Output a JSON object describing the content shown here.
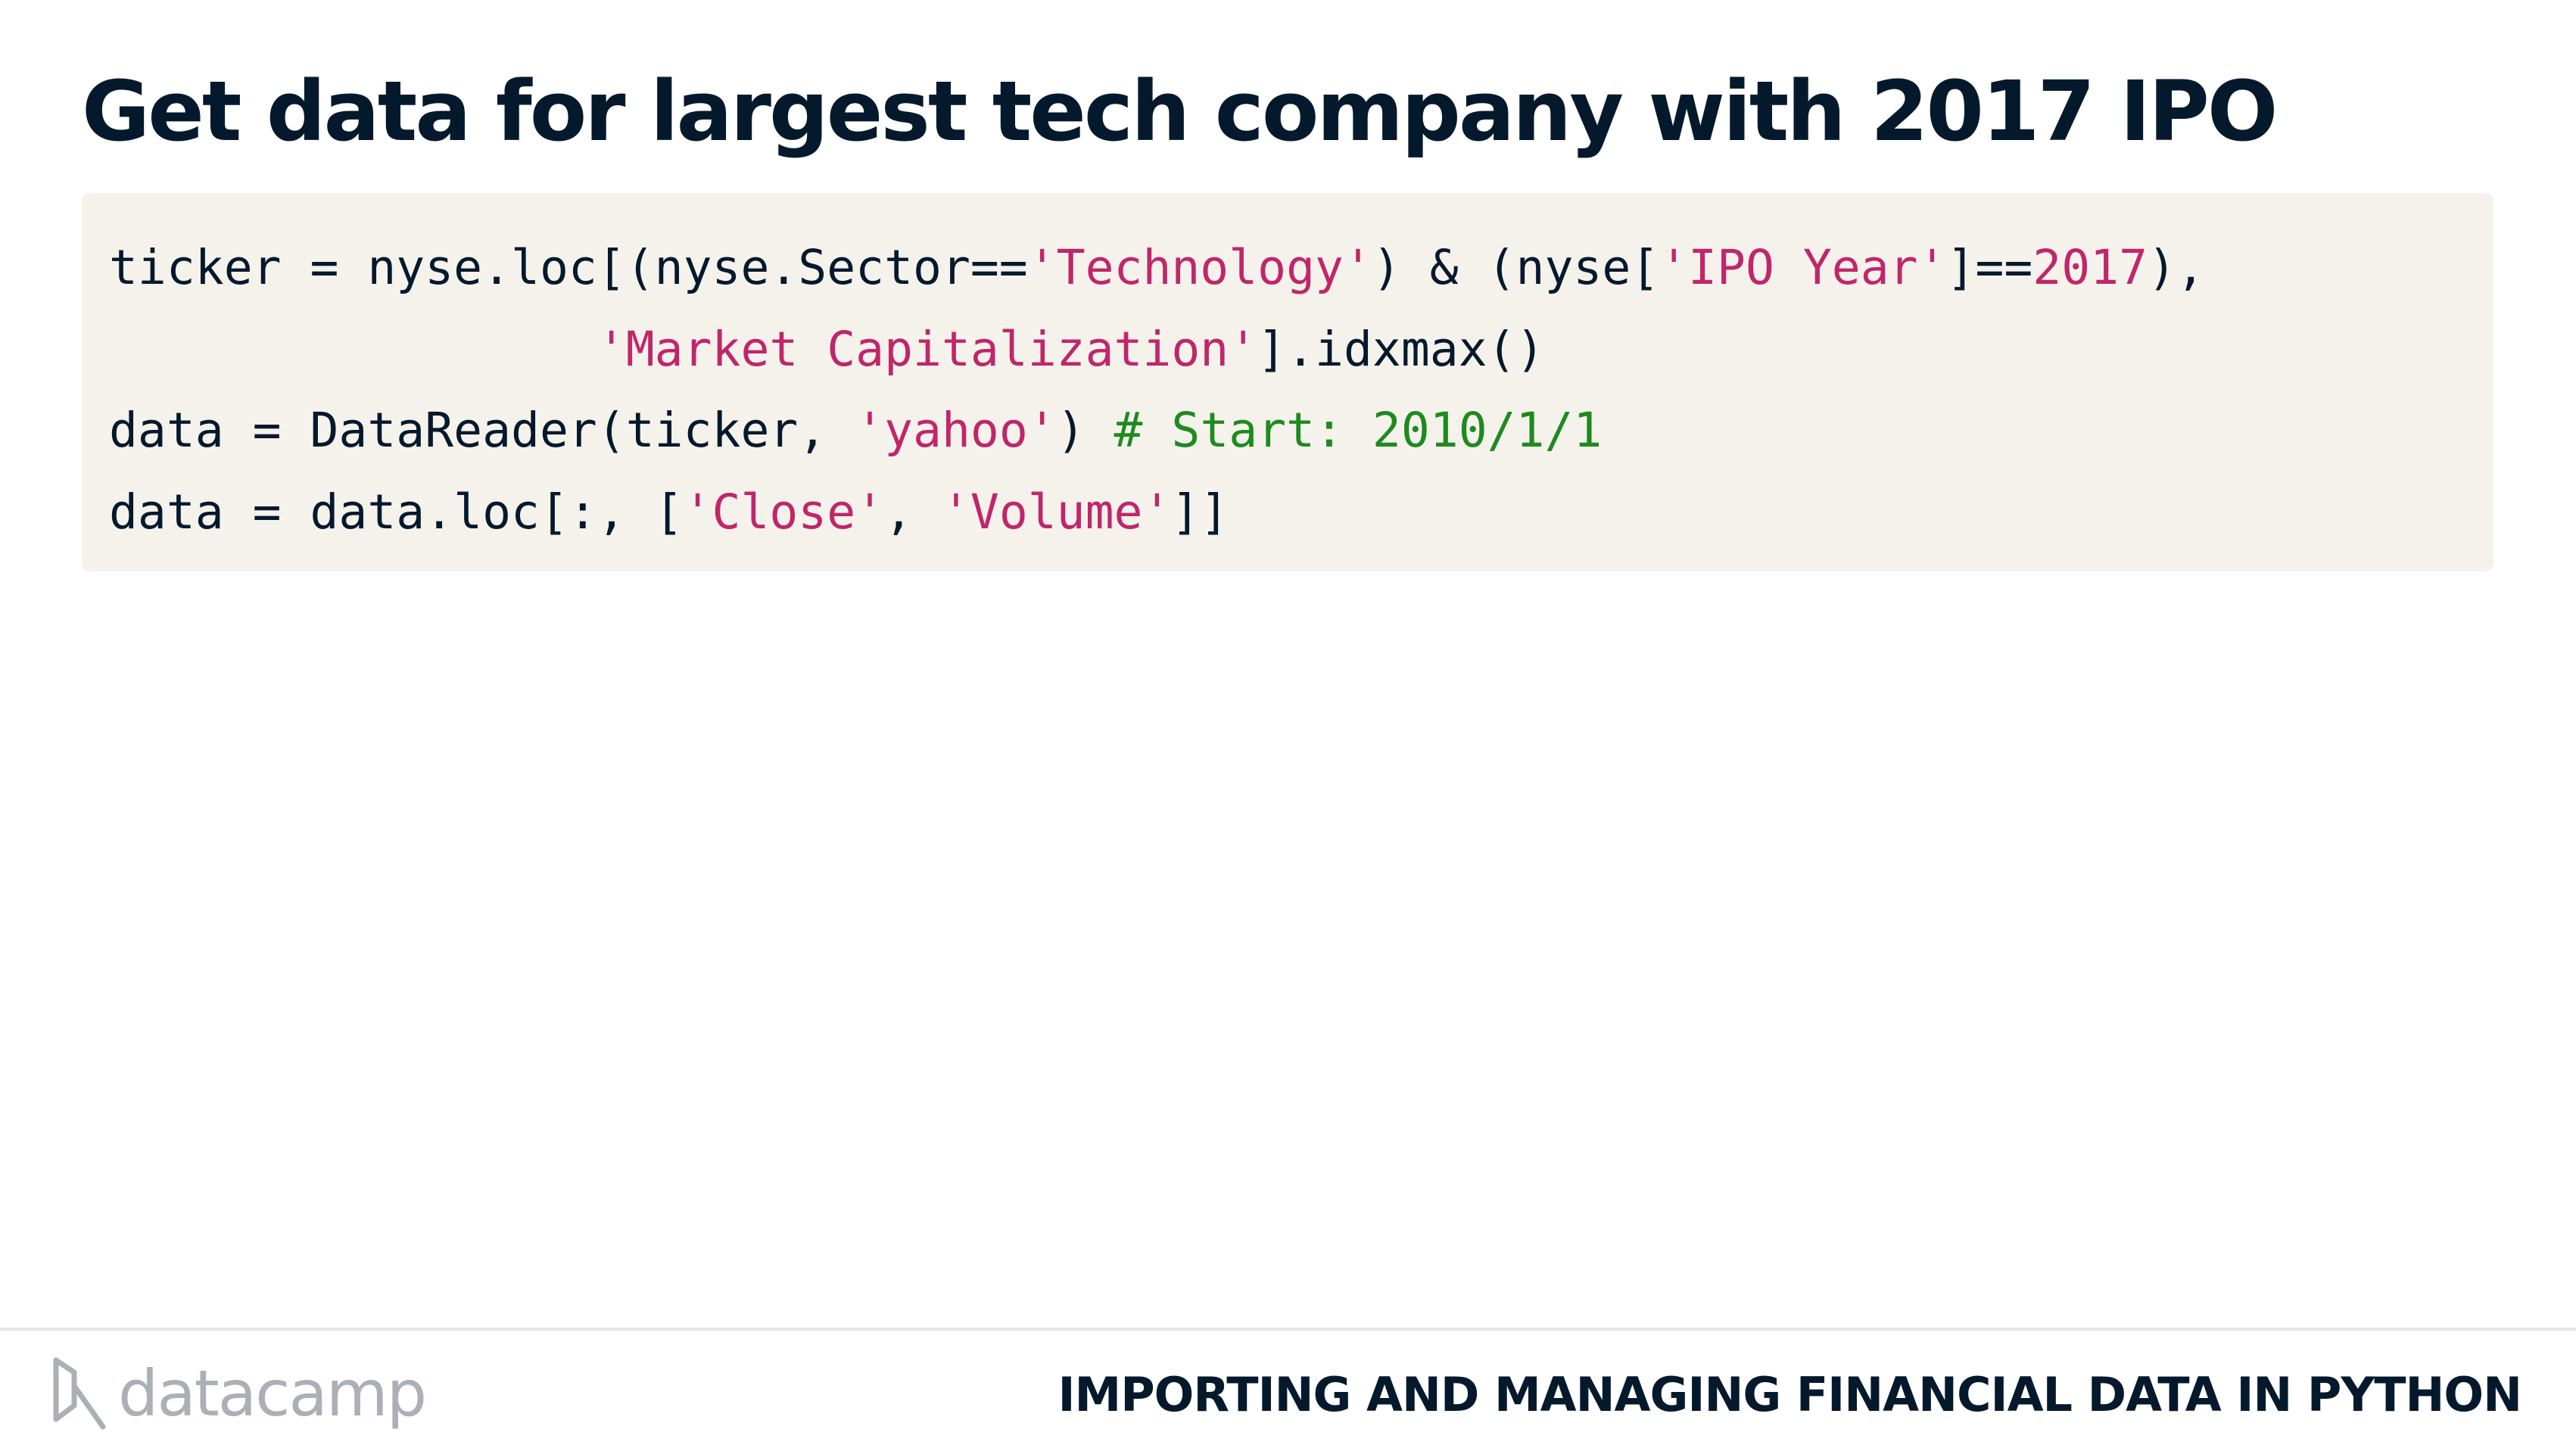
{
  "slide": {
    "title": "Get data for largest tech company with 2017 IPO"
  },
  "code": {
    "lines": [
      [
        {
          "text": "ticker = nyse.loc[(nyse.Sector==",
          "type": "plain"
        },
        {
          "text": "'Technology'",
          "type": "string"
        },
        {
          "text": ") & (nyse[",
          "type": "plain"
        },
        {
          "text": "'IPO Year'",
          "type": "string"
        },
        {
          "text": "]==",
          "type": "plain"
        },
        {
          "text": "2017",
          "type": "number"
        },
        {
          "text": "),",
          "type": "plain"
        }
      ],
      [
        {
          "text": "                 ",
          "type": "plain"
        },
        {
          "text": "'Market Capitalization'",
          "type": "string"
        },
        {
          "text": "].idxmax()",
          "type": "plain"
        }
      ],
      [
        {
          "text": "data = DataReader(ticker, ",
          "type": "plain"
        },
        {
          "text": "'yahoo'",
          "type": "string"
        },
        {
          "text": ") ",
          "type": "plain"
        },
        {
          "text": "# Start: 2010/1/1",
          "type": "comment"
        }
      ],
      [
        {
          "text": "data = data.loc[:, [",
          "type": "plain"
        },
        {
          "text": "'Close'",
          "type": "string"
        },
        {
          "text": ", ",
          "type": "plain"
        },
        {
          "text": "'Volume'",
          "type": "string"
        },
        {
          "text": "]]",
          "type": "plain"
        }
      ]
    ]
  },
  "footer": {
    "logo_text": "datacamp",
    "logo_icon": "datacamp-logo-icon",
    "course_name": "IMPORTING AND MANAGING FINANCIAL DATA IN PYTHON"
  },
  "colors": {
    "title": "#05192d",
    "code_background": "#f5f2ec",
    "string": "#c0266a",
    "comment": "#1f8a1f",
    "logo_gray": "#aab0b6"
  }
}
